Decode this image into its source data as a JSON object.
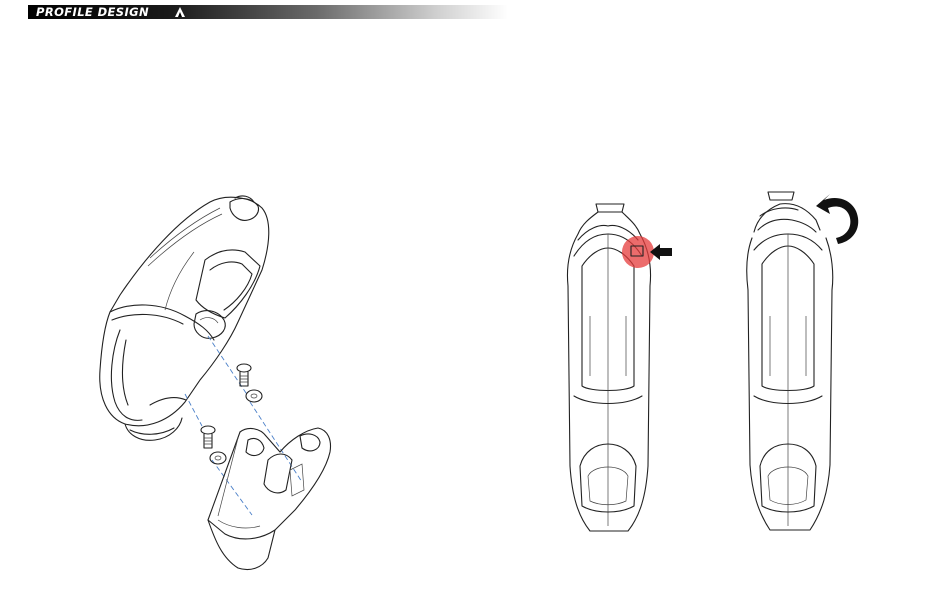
{
  "header": {
    "brand": "PROFILE DESIGN"
  },
  "figures": [
    {
      "id": "mounting-assembly"
    },
    {
      "id": "lid-unlock"
    },
    {
      "id": "lid-open-rotate"
    }
  ],
  "colors": {
    "header_start": "#000000",
    "header_end": "#ffffff",
    "highlight": "#e63b3b",
    "guide_line": "#4a7fc8",
    "ink": "#222222"
  }
}
